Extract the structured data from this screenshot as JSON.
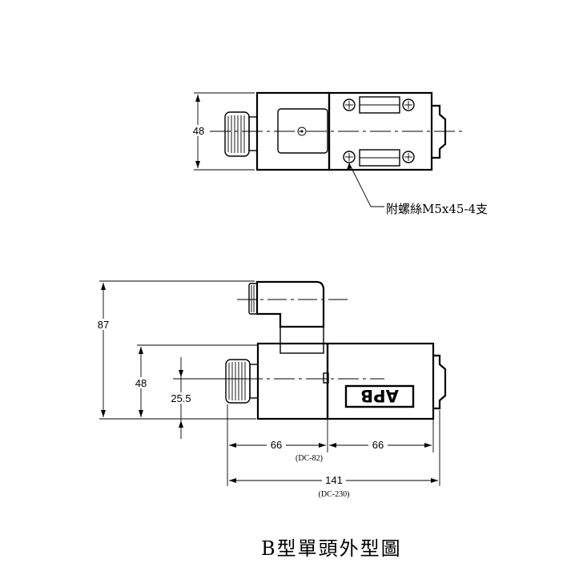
{
  "top_view": {
    "height_dim": "48",
    "note": "附螺絲M5x45-4支"
  },
  "side_view": {
    "height_total": "87",
    "height_body": "48",
    "height_center": "25.5",
    "width_left": "66",
    "width_left_note": "(DC-82)",
    "width_right": "66",
    "width_total": "141",
    "width_total_note": "(DC-230)",
    "logo_text": "APB"
  },
  "title": "B型單頭外型圖"
}
